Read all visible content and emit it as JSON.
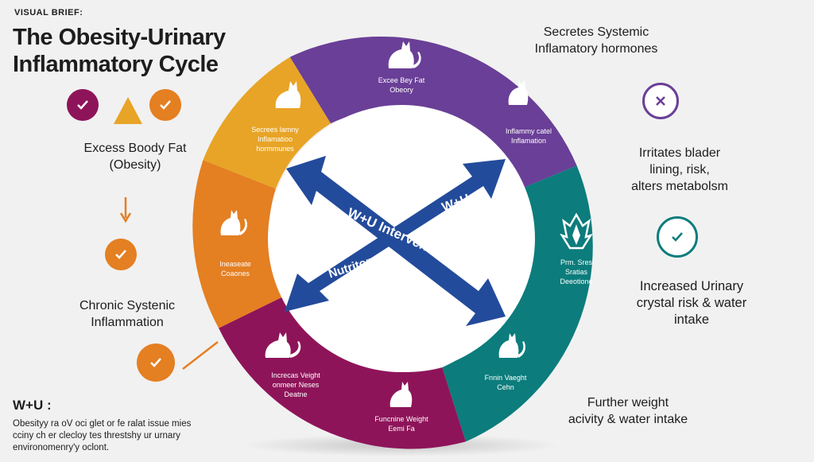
{
  "header": {
    "eyebrow": "VISUAL BRIEF:",
    "title_line1": "The Obesity-Urinary",
    "title_line2": "Inflammatory Cycle"
  },
  "colors": {
    "purple": "#6a3f97",
    "teal": "#0c7c7c",
    "magenta": "#8e1459",
    "orange": "#e47f22",
    "gold": "#e8a426",
    "navy": "#234b9b"
  },
  "left_column": {
    "label1_line1": "Excess Boody Fat",
    "label1_line2": "(Obesity)",
    "label2_line1": "Chronic Systenic",
    "label2_line2": "Inflammation"
  },
  "right_column": {
    "top_line1": "Secretes Systemic",
    "top_line2": "Inflamatory hormones",
    "mid_line1": "Irritates blader",
    "mid_line2": "lining, risk,",
    "mid_line3": "alters metabolsm",
    "low_line1": "Increased Urinary",
    "low_line2": "crystal risk & water",
    "low_line3": "intake",
    "bottom_line1": "Further weight",
    "bottom_line2": "acivity & water intake"
  },
  "ring": {
    "purple_top_1": "Excee Bey Fat",
    "purple_top_2": "Obeory",
    "purple_right_1": "Inflammy catel",
    "purple_right_2": "Inflamation",
    "gold_1": "Secrees lamny",
    "gold_2": "Inflamatioo",
    "gold_3": "hormmunes",
    "orange_1": "Ineaseate",
    "orange_2": "Coaones",
    "teal_1": "Prm. Sres",
    "teal_2": "Sratias",
    "teal_3": "Deeotione",
    "teal_low_1": "Fnnin Vaeght",
    "teal_low_2": "Cehn",
    "magenta_left_1": "Increcas Veight",
    "magenta_left_2": "onmeer Neses",
    "magenta_left_3": "Deatne",
    "magenta_bottom_1": "Funcnine Weight",
    "magenta_bottom_2": "Eemi Fa"
  },
  "hub": {
    "label_a": "W+U Intervention",
    "label_b": "W+U",
    "label_c": "Nutritom"
  },
  "bottom_note": {
    "title": "W+U :",
    "line1": "Obesityy ra oV oci glet or fe ralat issue mies",
    "line2": "cciny ch er clecloy tes threstshy ur urnary",
    "line3": "environomenry'y oclont."
  }
}
